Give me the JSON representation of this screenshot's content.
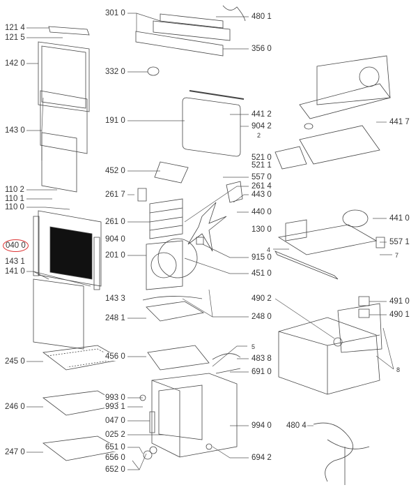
{
  "diagram": {
    "title": "Oven exploded parts diagram",
    "highlight_color": "#d33333",
    "highlighted_part": "040 0"
  },
  "labels": {
    "p1214": "121 4",
    "p1215": "121 5",
    "p1420": "142 0",
    "p1430": "143 0",
    "p1102": "110 2",
    "p1101": "110 1",
    "p1100": "110 0",
    "p0400": "040 0",
    "p1431": "143 1",
    "p1410": "141 0",
    "p1433": "143 3",
    "p2450": "245 0",
    "p2460": "246 0",
    "p2470": "247 0",
    "p3010": "301 0",
    "p3320": "332 0",
    "p1910": "191 0",
    "p4520": "452 0",
    "p2617": "261 7",
    "p2610": "261 0",
    "p9040": "904 0",
    "p2010": "201 0",
    "p2481": "248 1",
    "p4560": "456 0",
    "p9930": "993 0",
    "p9931": "993 1",
    "p0470": "047 0",
    "p0252": "025 2",
    "p6510": "651 0",
    "p6560": "656 0",
    "p6520": "652 0",
    "p4801": "480 1",
    "p3560": "356 0",
    "p4412": "441 2",
    "p9042": "904 2",
    "p2": "2",
    "p5210": "521 0",
    "p5211": "521 1",
    "p5570": "557 0",
    "p2614": "261 4",
    "p4430": "443 0",
    "p4400": "440 0",
    "p1300": "130 0",
    "p4": "4",
    "p9150": "915 0",
    "p4510": "451 0",
    "p4902": "490 2",
    "p2480": "248 0",
    "p5": "5",
    "p4838": "483 8",
    "p6910": "691 0",
    "p9940": "994 0",
    "p6942": "694 2",
    "p4804": "480 4",
    "p4417": "441 7",
    "p4410": "441 0",
    "p5571": "557 1",
    "p7": "7",
    "p4910": "491 0",
    "p4901": "490 1",
    "p8": "8"
  }
}
